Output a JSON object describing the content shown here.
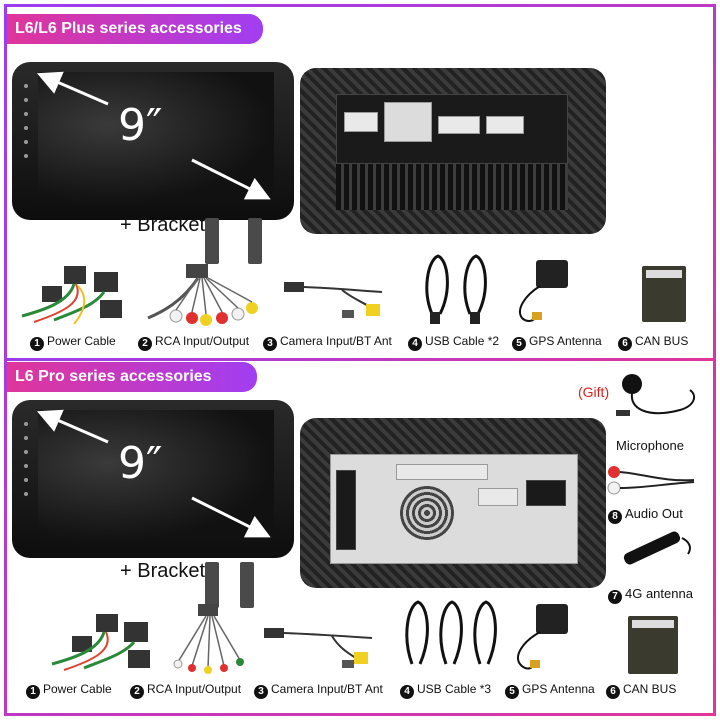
{
  "sections": [
    {
      "title": "L6/L6 Plus series accessories",
      "screen_size": "9″",
      "bracket_text": "+ Bracket",
      "items": [
        {
          "num": "1",
          "label": "Power Cable",
          "icon": "power-cable-icon"
        },
        {
          "num": "2",
          "label": "RCA Input/Output",
          "icon": "rca-cable-icon"
        },
        {
          "num": "3",
          "label": "Camera Input/BT Ant",
          "icon": "camera-cable-icon"
        },
        {
          "num": "4",
          "label": "USB Cable *2",
          "icon": "usb-cable-icon"
        },
        {
          "num": "5",
          "label": "GPS Antenna",
          "icon": "gps-antenna-icon"
        },
        {
          "num": "6",
          "label": "CAN BUS",
          "icon": "canbus-box-icon"
        }
      ]
    },
    {
      "title": "L6 Pro series accessories",
      "screen_size": "9″",
      "bracket_text": "+ Bracket",
      "gift": "(Gift)",
      "side_items": [
        {
          "num": "",
          "label": "Microphone",
          "icon": "microphone-icon"
        },
        {
          "num": "8",
          "label": "Audio Out",
          "icon": "audio-out-cable-icon"
        },
        {
          "num": "7",
          "label": "4G antenna",
          "icon": "4g-antenna-icon"
        }
      ],
      "items": [
        {
          "num": "1",
          "label": "Power Cable",
          "icon": "power-cable-icon"
        },
        {
          "num": "2",
          "label": "RCA Input/Output",
          "icon": "rca-cable-icon"
        },
        {
          "num": "3",
          "label": "Camera Input/BT Ant",
          "icon": "camera-cable-icon"
        },
        {
          "num": "4",
          "label": "USB Cable *3",
          "icon": "usb-cable-icon"
        },
        {
          "num": "5",
          "label": "GPS Antenna",
          "icon": "gps-antenna-icon"
        },
        {
          "num": "6",
          "label": "CAN BUS",
          "icon": "canbus-box-icon"
        }
      ]
    }
  ],
  "colors": {
    "banner_start": "#e0359a",
    "banner_end": "#a13ef2",
    "gift": "#e02020"
  }
}
